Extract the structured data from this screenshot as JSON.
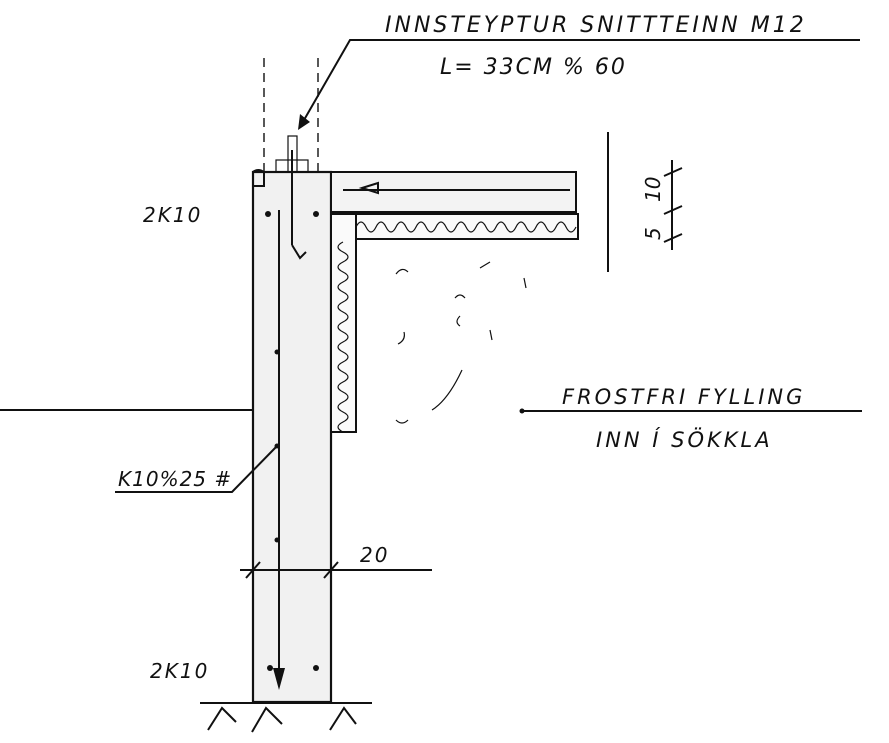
{
  "labels": {
    "anchor_title": "INNSTEYPTUR SNITTTEINN M12",
    "anchor_spec": "L= 33CM  % 60",
    "top_rebar": "2K10",
    "bottom_rebar": "2K10",
    "stirrups": "K10%25 #",
    "wall_width": "20",
    "fill_line1": "FROSTFRI FYLLING",
    "fill_line2": "INN Í SÖKKLA",
    "dim_top": "5",
    "dim_bottom": "10"
  }
}
